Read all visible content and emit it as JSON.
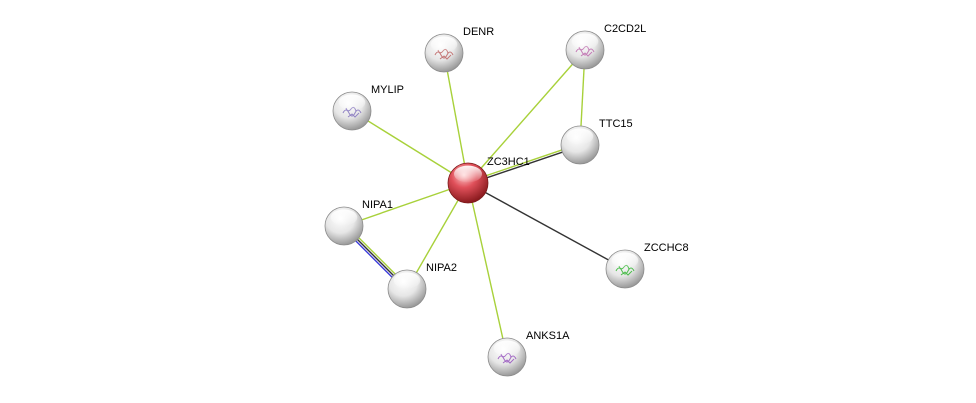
{
  "colors": {
    "background": "#ffffff",
    "center_node": "#e0353a",
    "neighbor_node": "#e8e8e8",
    "edge_textmining": "#a8d13a",
    "edge_coexpression": "#333333",
    "edge_homology": "#3a3ad8",
    "label": "#000000"
  },
  "network": {
    "center": "ZC3HC1",
    "nodes": [
      {
        "id": "ZC3HC1",
        "label": "ZC3HC1",
        "role": "query",
        "structure_icon": "none"
      },
      {
        "id": "DENR",
        "label": "DENR",
        "role": "partner",
        "structure_icon": "protein-structure-icon"
      },
      {
        "id": "C2CD2L",
        "label": "C2CD2L",
        "role": "partner",
        "structure_icon": "protein-structure-icon"
      },
      {
        "id": "MYLIP",
        "label": "MYLIP",
        "role": "partner",
        "structure_icon": "protein-structure-icon"
      },
      {
        "id": "TTC15",
        "label": "TTC15",
        "role": "partner",
        "structure_icon": "none"
      },
      {
        "id": "NIPA1",
        "label": "NIPA1",
        "role": "partner",
        "structure_icon": "none"
      },
      {
        "id": "NIPA2",
        "label": "NIPA2",
        "role": "partner",
        "structure_icon": "none"
      },
      {
        "id": "ZCCHC8",
        "label": "ZCCHC8",
        "role": "partner",
        "structure_icon": "protein-structure-icon"
      },
      {
        "id": "ANKS1A",
        "label": "ANKS1A",
        "role": "partner",
        "structure_icon": "protein-structure-icon"
      }
    ],
    "edges": [
      {
        "source": "ZC3HC1",
        "target": "DENR",
        "evidence": [
          "textmining"
        ]
      },
      {
        "source": "ZC3HC1",
        "target": "C2CD2L",
        "evidence": [
          "textmining"
        ]
      },
      {
        "source": "ZC3HC1",
        "target": "MYLIP",
        "evidence": [
          "textmining"
        ]
      },
      {
        "source": "ZC3HC1",
        "target": "TTC15",
        "evidence": [
          "textmining",
          "coexpression"
        ]
      },
      {
        "source": "ZC3HC1",
        "target": "NIPA1",
        "evidence": [
          "textmining"
        ]
      },
      {
        "source": "ZC3HC1",
        "target": "NIPA2",
        "evidence": [
          "textmining"
        ]
      },
      {
        "source": "ZC3HC1",
        "target": "ZCCHC8",
        "evidence": [
          "coexpression"
        ]
      },
      {
        "source": "ZC3HC1",
        "target": "ANKS1A",
        "evidence": [
          "textmining"
        ]
      },
      {
        "source": "C2CD2L",
        "target": "TTC15",
        "evidence": [
          "textmining"
        ]
      },
      {
        "source": "NIPA1",
        "target": "NIPA2",
        "evidence": [
          "textmining",
          "coexpression",
          "homology"
        ]
      }
    ]
  }
}
